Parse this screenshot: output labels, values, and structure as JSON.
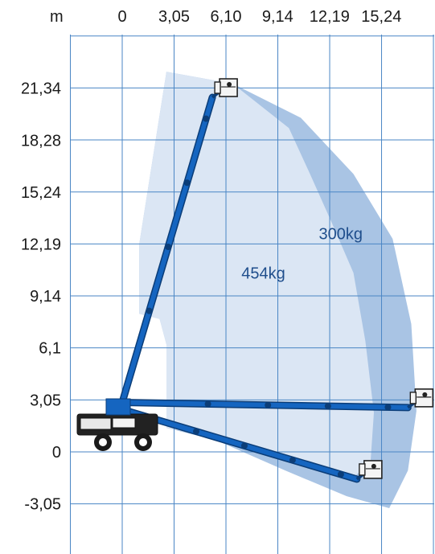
{
  "chart_data": {
    "type": "area",
    "unit_label": "m",
    "x_ticks": [
      "0",
      "3,05",
      "6,10",
      "9,14",
      "12,19",
      "15,24"
    ],
    "y_ticks": [
      "21,34",
      "18,28",
      "15,24",
      "12,19",
      "9,14",
      "6,1",
      "3,05",
      "0",
      "-3,05"
    ],
    "x_range": [
      -3.05,
      18.29
    ],
    "y_range": [
      -6.1,
      24.38
    ],
    "grid": true,
    "zones": [
      {
        "name": "300kg",
        "color": "#a9c4e4",
        "points": [
          [
            2.6,
            22.3
          ],
          [
            6.5,
            21.6
          ],
          [
            10.5,
            19.6
          ],
          [
            13.6,
            16.3
          ],
          [
            15.9,
            12.5
          ],
          [
            17.0,
            7.5
          ],
          [
            17.3,
            2.4
          ],
          [
            16.8,
            -1.1
          ],
          [
            15.7,
            -3.3
          ],
          [
            13.2,
            -2.6
          ],
          [
            9.6,
            -1.1
          ],
          [
            5.5,
            0.7
          ],
          [
            2.6,
            1.4
          ],
          [
            2.6,
            6.3
          ],
          [
            2.2,
            7.8
          ],
          [
            1.0,
            8.1
          ],
          [
            1.0,
            12.2
          ],
          [
            2.6,
            22.3
          ]
        ]
      },
      {
        "name": "454kg",
        "color": "#dbe6f4",
        "points": [
          [
            2.6,
            22.3
          ],
          [
            6.5,
            21.6
          ],
          [
            9.8,
            19.0
          ],
          [
            11.0,
            16.4
          ],
          [
            12.3,
            13.5
          ],
          [
            13.6,
            10.5
          ],
          [
            14.3,
            6.5
          ],
          [
            14.8,
            2.3
          ],
          [
            14.6,
            -0.6
          ],
          [
            13.6,
            -1.5
          ],
          [
            9.6,
            -0.3
          ],
          [
            5.5,
            0.8
          ],
          [
            2.6,
            1.4
          ],
          [
            2.6,
            6.3
          ],
          [
            2.2,
            7.8
          ],
          [
            1.0,
            8.1
          ],
          [
            1.0,
            12.2
          ],
          [
            2.6,
            22.3
          ]
        ]
      }
    ],
    "boom_positions": [
      {
        "name": "boom-vertical",
        "base": [
          0.0,
          2.9
        ],
        "tip": [
          5.3,
          20.8
        ]
      },
      {
        "name": "boom-horizontal",
        "base": [
          0.0,
          2.9
        ],
        "tip": [
          16.8,
          2.6
        ]
      },
      {
        "name": "boom-below-grade",
        "base": [
          0.3,
          2.4
        ],
        "tip": [
          13.8,
          -1.6
        ]
      }
    ],
    "colors": {
      "boom": "#1565c0",
      "grid": "#4a86c5",
      "text": "#1a1a1a",
      "zone_text": "#1f4e8c"
    }
  }
}
